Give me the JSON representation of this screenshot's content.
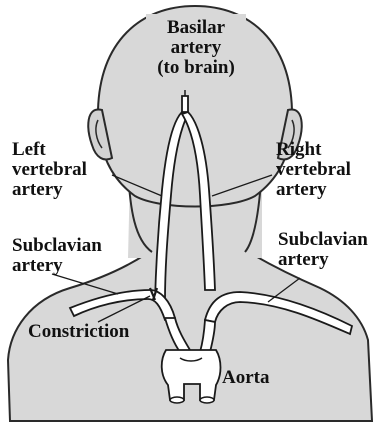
{
  "labels": {
    "basilar": [
      "Basilar",
      "artery",
      "(to brain)"
    ],
    "left_vertebral": [
      "Left",
      "vertebral",
      "artery"
    ],
    "right_vertebral": [
      "Right",
      "vertebral",
      "artery"
    ],
    "left_subclavian": [
      "Subclavian",
      "artery"
    ],
    "right_subclavian": [
      "Subclavian",
      "artery"
    ],
    "constriction": "Constriction",
    "aorta": "Aorta"
  },
  "colors": {
    "skin": "#d9d9d9",
    "skin_edge": "#2a2a2a",
    "artery_fill": "#ffffff",
    "line": "#1a1a1a"
  }
}
